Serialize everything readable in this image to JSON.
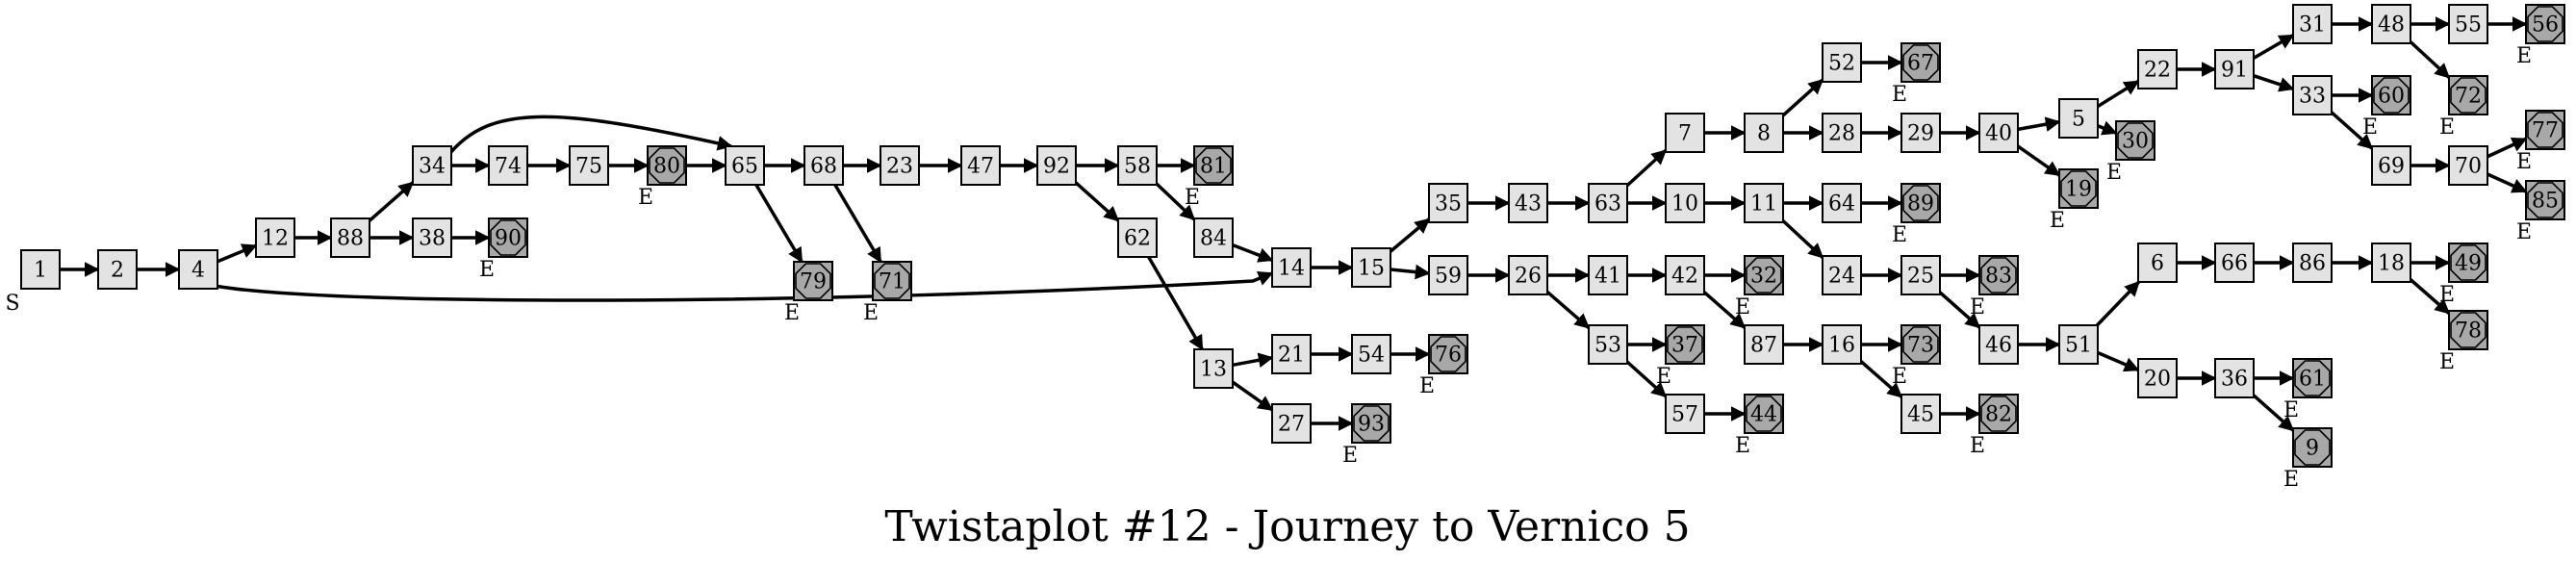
{
  "title": "Twistaplot #12 - Journey to Vernico 5",
  "start_tag": "S",
  "end_tag": "E",
  "nodes": [
    {
      "id": "1",
      "end": false
    },
    {
      "id": "2",
      "end": false
    },
    {
      "id": "4",
      "end": false
    },
    {
      "id": "12",
      "end": false
    },
    {
      "id": "88",
      "end": false
    },
    {
      "id": "34",
      "end": false
    },
    {
      "id": "38",
      "end": false
    },
    {
      "id": "90",
      "end": true
    },
    {
      "id": "74",
      "end": false
    },
    {
      "id": "75",
      "end": false
    },
    {
      "id": "80",
      "end": true
    },
    {
      "id": "65",
      "end": false
    },
    {
      "id": "68",
      "end": false
    },
    {
      "id": "79",
      "end": true
    },
    {
      "id": "71",
      "end": true
    },
    {
      "id": "23",
      "end": false
    },
    {
      "id": "47",
      "end": false
    },
    {
      "id": "92",
      "end": false
    },
    {
      "id": "58",
      "end": false
    },
    {
      "id": "81",
      "end": true
    },
    {
      "id": "62",
      "end": false
    },
    {
      "id": "84",
      "end": false
    },
    {
      "id": "13",
      "end": false
    },
    {
      "id": "21",
      "end": false
    },
    {
      "id": "54",
      "end": false
    },
    {
      "id": "76",
      "end": true
    },
    {
      "id": "27",
      "end": false
    },
    {
      "id": "93",
      "end": true
    },
    {
      "id": "14",
      "end": false
    },
    {
      "id": "15",
      "end": false
    },
    {
      "id": "35",
      "end": false
    },
    {
      "id": "59",
      "end": false
    },
    {
      "id": "43",
      "end": false
    },
    {
      "id": "63",
      "end": false
    },
    {
      "id": "7",
      "end": false
    },
    {
      "id": "8",
      "end": false
    },
    {
      "id": "52",
      "end": false
    },
    {
      "id": "67",
      "end": true
    },
    {
      "id": "28",
      "end": false
    },
    {
      "id": "29",
      "end": false
    },
    {
      "id": "40",
      "end": false
    },
    {
      "id": "5",
      "end": false
    },
    {
      "id": "19",
      "end": true
    },
    {
      "id": "22",
      "end": false
    },
    {
      "id": "30",
      "end": true
    },
    {
      "id": "91",
      "end": false
    },
    {
      "id": "31",
      "end": false
    },
    {
      "id": "48",
      "end": false
    },
    {
      "id": "55",
      "end": false
    },
    {
      "id": "56",
      "end": true
    },
    {
      "id": "72",
      "end": true
    },
    {
      "id": "33",
      "end": false
    },
    {
      "id": "60",
      "end": true
    },
    {
      "id": "69",
      "end": false
    },
    {
      "id": "70",
      "end": false
    },
    {
      "id": "77",
      "end": true
    },
    {
      "id": "85",
      "end": true
    },
    {
      "id": "10",
      "end": false
    },
    {
      "id": "11",
      "end": false
    },
    {
      "id": "64",
      "end": false
    },
    {
      "id": "89",
      "end": true
    },
    {
      "id": "24",
      "end": false
    },
    {
      "id": "25",
      "end": false
    },
    {
      "id": "83",
      "end": true
    },
    {
      "id": "46",
      "end": false
    },
    {
      "id": "51",
      "end": false
    },
    {
      "id": "6",
      "end": false
    },
    {
      "id": "66",
      "end": false
    },
    {
      "id": "86",
      "end": false
    },
    {
      "id": "18",
      "end": false
    },
    {
      "id": "49",
      "end": true
    },
    {
      "id": "78",
      "end": true
    },
    {
      "id": "20",
      "end": false
    },
    {
      "id": "36",
      "end": false
    },
    {
      "id": "61",
      "end": true
    },
    {
      "id": "9",
      "end": true
    },
    {
      "id": "26",
      "end": false
    },
    {
      "id": "41",
      "end": false
    },
    {
      "id": "42",
      "end": false
    },
    {
      "id": "32",
      "end": true
    },
    {
      "id": "87",
      "end": false
    },
    {
      "id": "16",
      "end": false
    },
    {
      "id": "73",
      "end": true
    },
    {
      "id": "45",
      "end": false
    },
    {
      "id": "82",
      "end": true
    },
    {
      "id": "53",
      "end": false
    },
    {
      "id": "37",
      "end": true
    },
    {
      "id": "57",
      "end": false
    },
    {
      "id": "44",
      "end": true
    }
  ],
  "edges": [
    [
      "1",
      "2"
    ],
    [
      "2",
      "4"
    ],
    [
      "4",
      "12"
    ],
    [
      "4",
      "14"
    ],
    [
      "12",
      "88"
    ],
    [
      "88",
      "34"
    ],
    [
      "88",
      "38"
    ],
    [
      "38",
      "90"
    ],
    [
      "34",
      "74"
    ],
    [
      "34",
      "65"
    ],
    [
      "74",
      "75"
    ],
    [
      "75",
      "80"
    ],
    [
      "80",
      "65"
    ],
    [
      "65",
      "68"
    ],
    [
      "65",
      "79"
    ],
    [
      "68",
      "23"
    ],
    [
      "68",
      "71"
    ],
    [
      "23",
      "47"
    ],
    [
      "47",
      "92"
    ],
    [
      "92",
      "58"
    ],
    [
      "92",
      "62"
    ],
    [
      "58",
      "81"
    ],
    [
      "58",
      "84"
    ],
    [
      "84",
      "14"
    ],
    [
      "62",
      "13"
    ],
    [
      "13",
      "21"
    ],
    [
      "13",
      "27"
    ],
    [
      "21",
      "54"
    ],
    [
      "54",
      "76"
    ],
    [
      "27",
      "93"
    ],
    [
      "14",
      "15"
    ],
    [
      "15",
      "35"
    ],
    [
      "15",
      "59"
    ],
    [
      "35",
      "43"
    ],
    [
      "43",
      "63"
    ],
    [
      "63",
      "7"
    ],
    [
      "63",
      "10"
    ],
    [
      "7",
      "8"
    ],
    [
      "8",
      "52"
    ],
    [
      "8",
      "28"
    ],
    [
      "52",
      "67"
    ],
    [
      "28",
      "29"
    ],
    [
      "29",
      "40"
    ],
    [
      "40",
      "5"
    ],
    [
      "40",
      "19"
    ],
    [
      "5",
      "22"
    ],
    [
      "5",
      "30"
    ],
    [
      "22",
      "91"
    ],
    [
      "91",
      "31"
    ],
    [
      "91",
      "33"
    ],
    [
      "31",
      "48"
    ],
    [
      "48",
      "55"
    ],
    [
      "48",
      "72"
    ],
    [
      "55",
      "56"
    ],
    [
      "33",
      "60"
    ],
    [
      "33",
      "69"
    ],
    [
      "69",
      "70"
    ],
    [
      "70",
      "77"
    ],
    [
      "70",
      "85"
    ],
    [
      "10",
      "11"
    ],
    [
      "11",
      "64"
    ],
    [
      "11",
      "24"
    ],
    [
      "64",
      "89"
    ],
    [
      "24",
      "25"
    ],
    [
      "25",
      "83"
    ],
    [
      "25",
      "46"
    ],
    [
      "46",
      "51"
    ],
    [
      "51",
      "6"
    ],
    [
      "51",
      "20"
    ],
    [
      "6",
      "66"
    ],
    [
      "66",
      "86"
    ],
    [
      "86",
      "18"
    ],
    [
      "18",
      "49"
    ],
    [
      "18",
      "78"
    ],
    [
      "20",
      "36"
    ],
    [
      "36",
      "61"
    ],
    [
      "36",
      "9"
    ],
    [
      "59",
      "26"
    ],
    [
      "26",
      "41"
    ],
    [
      "26",
      "53"
    ],
    [
      "41",
      "42"
    ],
    [
      "42",
      "32"
    ],
    [
      "42",
      "87"
    ],
    [
      "87",
      "16"
    ],
    [
      "16",
      "73"
    ],
    [
      "16",
      "45"
    ],
    [
      "45",
      "82"
    ],
    [
      "53",
      "37"
    ],
    [
      "53",
      "57"
    ],
    [
      "57",
      "44"
    ]
  ]
}
